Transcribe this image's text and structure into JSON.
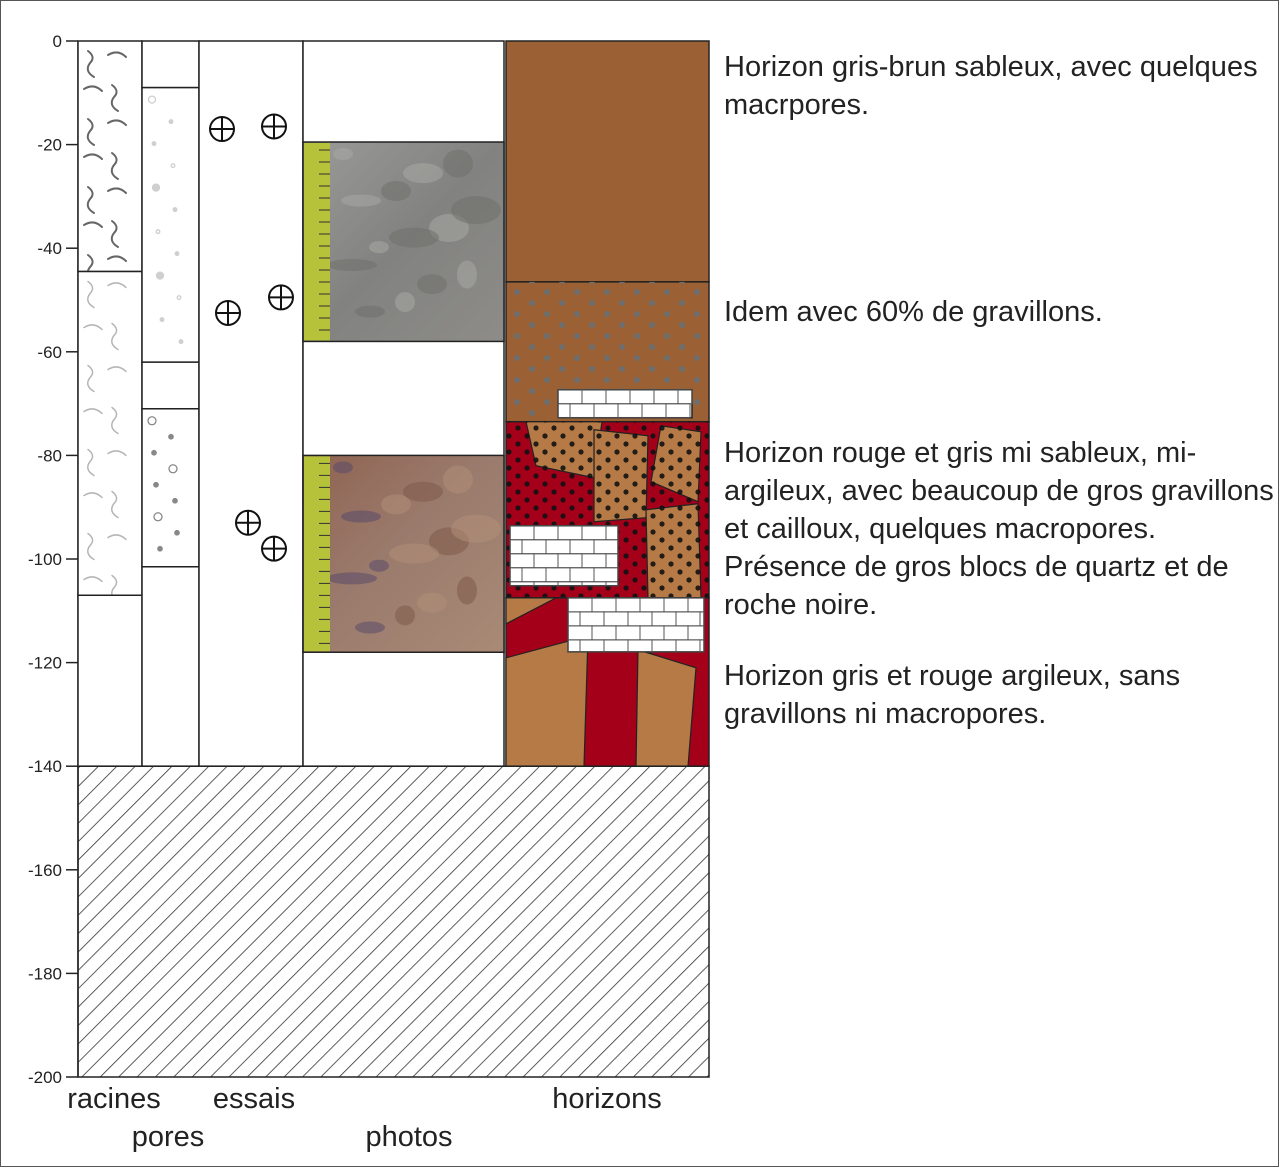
{
  "axis": {
    "min": 0,
    "max": -200,
    "ticks": [
      0,
      -20,
      -40,
      -60,
      -80,
      -100,
      -120,
      -140,
      -160,
      -180,
      -200
    ]
  },
  "columns": {
    "racines": "racines",
    "pores": "pores",
    "essais": "essais",
    "photos": "photos",
    "horizons": "horizons"
  },
  "racines": {
    "layers": [
      {
        "from": 0,
        "to": -44.5,
        "density": "dense"
      },
      {
        "from": -44.5,
        "to": -107,
        "density": "sparse"
      },
      {
        "from": -107,
        "to": -140,
        "density": "none"
      }
    ]
  },
  "pores": {
    "layers": [
      {
        "from": 0,
        "to": -9,
        "density": "none"
      },
      {
        "from": -9,
        "to": -62,
        "density": "fine"
      },
      {
        "from": -62,
        "to": -71,
        "density": "none"
      },
      {
        "from": -71,
        "to": -101.5,
        "density": "medium"
      },
      {
        "from": -101.5,
        "to": -140,
        "density": "none"
      }
    ]
  },
  "essais": {
    "points": [
      -17,
      -16.5,
      -52.5,
      -49.5,
      -93,
      -98
    ]
  },
  "photos": {
    "items": [
      {
        "from": -19.5,
        "to": -58,
        "tone": "grey"
      },
      {
        "from": -80,
        "to": -118,
        "tone": "red-grey"
      }
    ]
  },
  "horizons": {
    "layers": [
      {
        "from": 0,
        "to": -46.5,
        "color": "#9b6134",
        "pattern": "plain"
      },
      {
        "from": -46.5,
        "to": -73.5,
        "color": "#9b6134",
        "pattern": "gravel"
      },
      {
        "from": -73.5,
        "to": -107.5,
        "color": "#a5001a",
        "pattern": "mottled-gravel"
      },
      {
        "from": -107.5,
        "to": -140,
        "color": "#a5001a",
        "pattern": "mottled"
      }
    ],
    "colors": {
      "brown": "#9b6134",
      "light_brown": "#b57a45",
      "red": "#a5001a",
      "gravel_dot": "#6e6e6e"
    }
  },
  "substrate": {
    "from": -140,
    "to": -200,
    "pattern": "hatched"
  },
  "descriptions": [
    {
      "text": "Horizon gris-brun sableux, avec quelques macrpores."
    },
    {
      "text": "Idem avec 60% de gravillons."
    },
    {
      "text": "Horizon rouge et gris mi sableux, mi-argileux, avec beaucoup de gros gravillons et cailloux, quelques macropores. Présence de gros blocs de quartz et de roche noire."
    },
    {
      "text": "Horizon gris et rouge argileux, sans gravillons ni macropores."
    }
  ]
}
